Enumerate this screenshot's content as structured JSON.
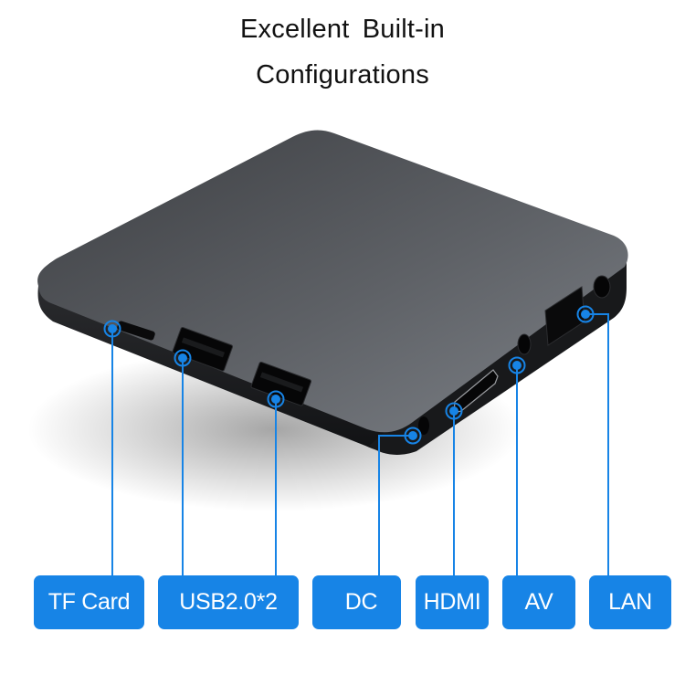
{
  "header": {
    "line1": "Excellent  Built-in",
    "line2": "Configurations"
  },
  "colors": {
    "accent": "#1784e6",
    "device_top": "#5f6368",
    "device_side": "#1b1c1e",
    "text": "#111111"
  },
  "ports": [
    {
      "id": "tf-card",
      "label": "TF Card"
    },
    {
      "id": "usb",
      "label": "USB2.0*2"
    },
    {
      "id": "dc",
      "label": "DC"
    },
    {
      "id": "hdmi",
      "label": "HDMI"
    },
    {
      "id": "av",
      "label": "AV"
    },
    {
      "id": "lan",
      "label": "LAN"
    }
  ]
}
